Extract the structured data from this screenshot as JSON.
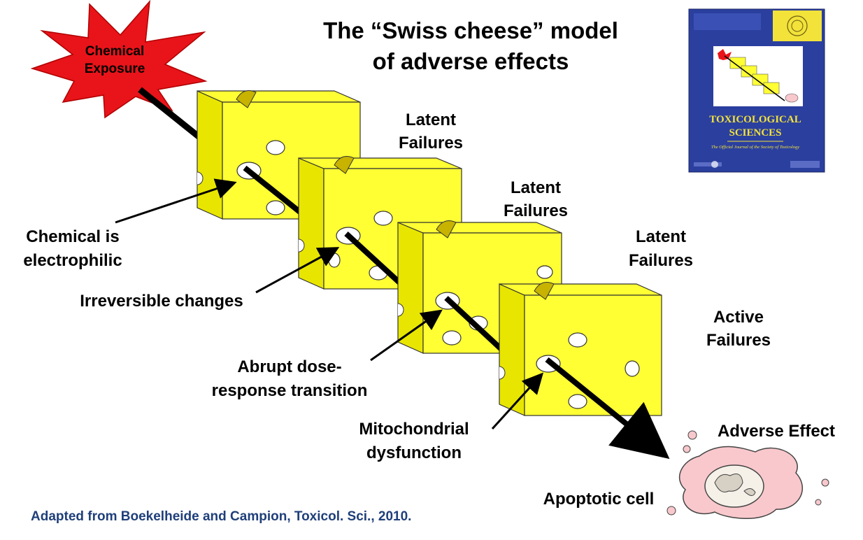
{
  "title": {
    "line1": "The “Swiss cheese” model",
    "line2": "of adverse effects"
  },
  "burst": {
    "line1": "Chemical",
    "line2": "Exposure"
  },
  "slices": [
    {
      "label1": "Latent",
      "label2": "Failures"
    },
    {
      "label1": "Latent",
      "label2": "Failures"
    },
    {
      "label1": "Latent",
      "label2": "Failures"
    },
    {
      "label1": "Active",
      "label2": "Failures"
    }
  ],
  "annotations": {
    "electrophilic": {
      "line1": "Chemical is",
      "line2": "electrophilic"
    },
    "irreversible": "Irreversible changes",
    "abrupt": {
      "line1": "Abrupt dose-",
      "line2": "response transition"
    },
    "mito": {
      "line1": "Mitochondrial",
      "line2": "dysfunction"
    },
    "adverse": "Adverse Effect",
    "apoptotic": "Apoptotic cell"
  },
  "journal": {
    "title1": "TOXICOLOGICAL",
    "title2": "SCIENCES",
    "subtitle": "The Official Journal of the Society of Toxicology"
  },
  "citation": "Adapted from Boekelheide and Campion, Toxicol. Sci.,  2010.",
  "colors": {
    "cheese": "#ffff33",
    "cheese_side": "#e8e600",
    "hole_notch": "#c7b300",
    "burst": "#e8141a",
    "cell": "#f8c8cc",
    "journal_bg": "#2b3f9f",
    "citation": "#1f3f7a"
  }
}
